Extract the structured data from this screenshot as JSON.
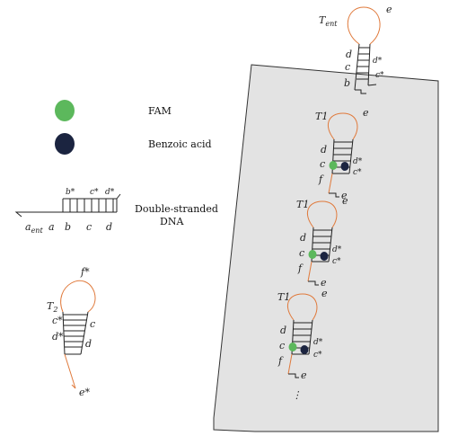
{
  "legend": {
    "fam": "FAM",
    "benzoic": "Benzoic acid",
    "dsdna_line1": "Double-stranded",
    "dsdna_line2": "DNA"
  },
  "colors": {
    "fam": "#5cb85c",
    "benzoic": "#1b2440",
    "loop": "#e07a3c",
    "surface": "#e3e3e3"
  },
  "dsdna": {
    "top_labels": [
      "b*",
      "c*",
      "d*"
    ],
    "bottom_labels": [
      "a",
      "b",
      "c",
      "d"
    ],
    "a_ent_main": "a",
    "a_ent_sub": "ent"
  },
  "t2": {
    "name": "T",
    "sub": "2",
    "f_star": "f*",
    "labels_left": [
      "c*",
      "d*"
    ],
    "labels_right": [
      "c",
      "d"
    ],
    "e_star": "e*"
  },
  "tent": {
    "name": "T",
    "sub": "ent",
    "e": "e",
    "left": [
      "d",
      "c",
      "b"
    ],
    "right": [
      "d*",
      "c*"
    ]
  },
  "t1_units": [
    {
      "name": "T1",
      "e": "e",
      "left": [
        "d",
        "c",
        "f"
      ],
      "right": [
        "d*",
        "c*"
      ]
    },
    {
      "name": "T1",
      "e": "e",
      "left": [
        "d",
        "c",
        "f"
      ],
      "right": [
        "d*",
        "c*"
      ]
    },
    {
      "name": "T1",
      "e": "e",
      "left": [
        "d",
        "c",
        "f"
      ],
      "right": [
        "d*",
        "c*"
      ]
    }
  ],
  "ellipsis": "⋮"
}
